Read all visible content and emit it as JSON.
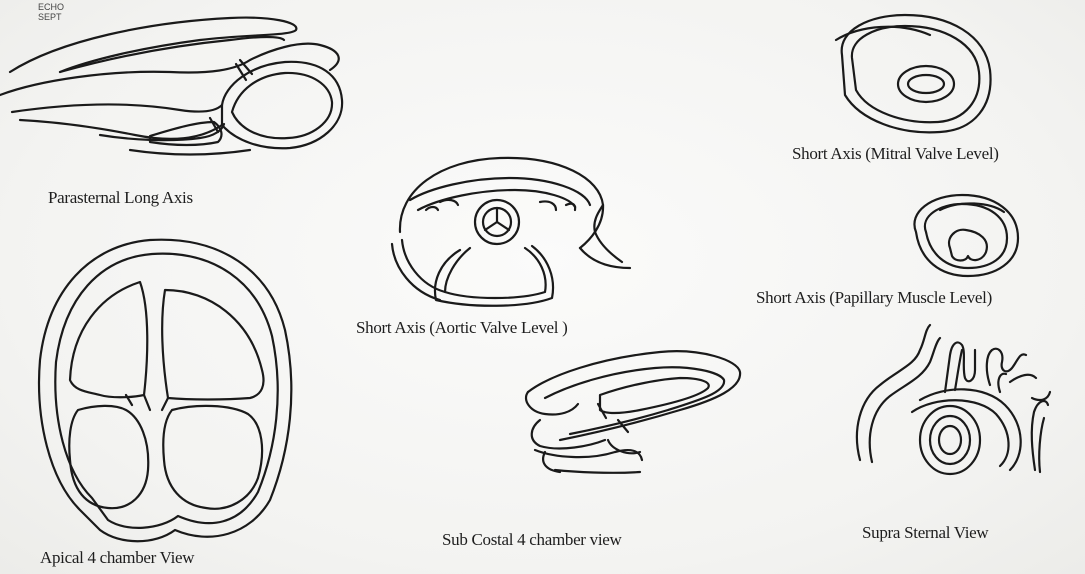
{
  "corner_label": [
    "ECHO",
    "SEPT"
  ],
  "views": {
    "parasternal_long_axis": "Parasternal Long Axis",
    "short_axis_aortic": "Short Axis (Aortic Valve Level )",
    "short_axis_mitral": "Short Axis (Mitral Valve Level)",
    "short_axis_papillary": "Short Axis (Papillary Muscle Level)",
    "apical_4_chamber": "Apical 4 chamber View",
    "sub_costal_4_chamber": "Sub Costal 4 chamber view",
    "supra_sternal": "Supra Sternal View"
  }
}
